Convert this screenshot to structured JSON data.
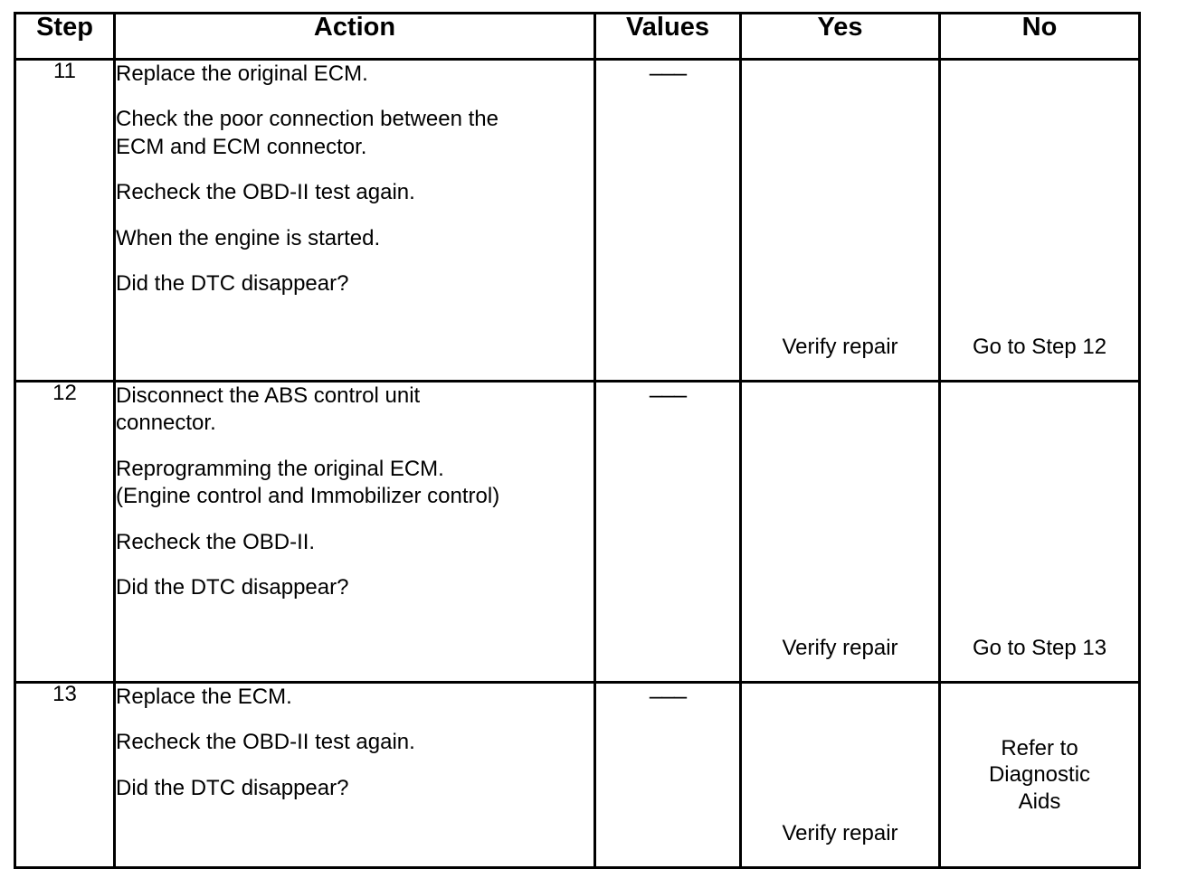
{
  "table": {
    "columns": [
      {
        "key": "step",
        "label": "Step"
      },
      {
        "key": "action",
        "label": "Action"
      },
      {
        "key": "values",
        "label": "Values"
      },
      {
        "key": "yes",
        "label": "Yes"
      },
      {
        "key": "no",
        "label": "No"
      }
    ],
    "rows": [
      {
        "step": "11",
        "action_lines": [
          "Replace the original ECM.",
          "Check the poor connection between the\nECM and ECM connector.",
          "Recheck the OBD-II test again.",
          "When the engine is started.",
          "Did the DTC disappear?"
        ],
        "values": "–––",
        "yes": "Verify repair",
        "no": "Go to Step 12"
      },
      {
        "step": "12",
        "action_lines": [
          "Disconnect the ABS control unit\nconnector.",
          "Reprogramming the original ECM.\n(Engine control and Immobilizer control)",
          "Recheck the OBD-II.",
          "Did the DTC disappear?"
        ],
        "values": "–––",
        "yes": "Verify repair",
        "no": "Go to Step 13"
      },
      {
        "step": "13",
        "action_lines": [
          "Replace the ECM.",
          "Recheck the OBD-II test again.",
          "Did the DTC disappear?"
        ],
        "values": "–––",
        "yes": "Verify repair",
        "no": "Refer to\nDiagnostic\nAids"
      }
    ]
  },
  "colors": {
    "border": "#000000",
    "text": "#000000",
    "background": "#ffffff"
  }
}
